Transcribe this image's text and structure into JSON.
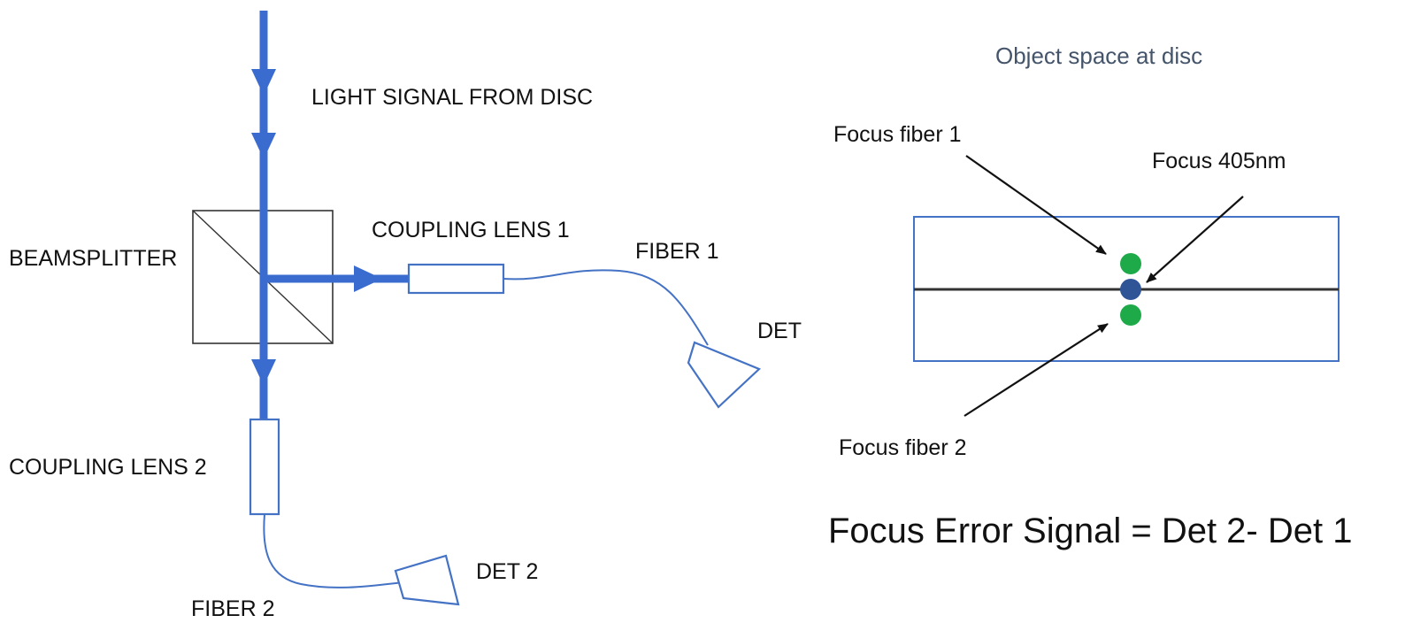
{
  "optical_setup": {
    "light_signal_label": "LIGHT SIGNAL FROM DISC",
    "beamsplitter_label": "BEAMSPLITTER",
    "coupling_lens_1_label": "COUPLING LENS 1",
    "coupling_lens_2_label": "COUPLING LENS 2",
    "fiber_1_label": "FIBER 1",
    "fiber_2_label": "FIBER 2",
    "det_1_label": "DET",
    "det_2_label": "DET 2"
  },
  "object_space": {
    "title": "Object space at disc",
    "focus_fiber_1_label": "Focus fiber 1",
    "focus_405_label": "Focus 405nm",
    "focus_fiber_2_label": "Focus fiber 2"
  },
  "equation": "Focus Error Signal = Det 2- Det 1",
  "colors": {
    "beam": "#3a6ccf",
    "outline": "#4472c4",
    "spot_fiber": "#1faa4a",
    "spot_405": "#2f5597",
    "arrow": "#111111",
    "title_text": "#44546a"
  }
}
